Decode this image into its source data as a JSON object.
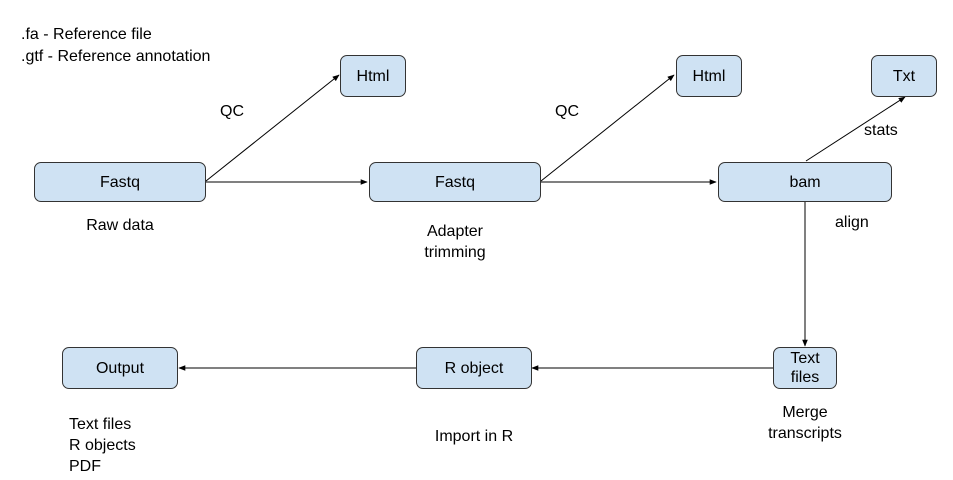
{
  "legend": {
    "line1": ".fa - Reference file",
    "line2": ".gtf - Reference annotation"
  },
  "nodes": {
    "fastq_raw": "Fastq",
    "html_qc1": "Html",
    "fastq_trimmed": "Fastq",
    "html_qc2": "Html",
    "bam": "bam",
    "txt": "Txt",
    "text_files": "Text\nfiles",
    "r_object": "R object",
    "output": "Output"
  },
  "labels": {
    "qc1": "QC",
    "qc2": "QC",
    "raw_data": "Raw data",
    "adapter_trimming": "Adapter\ntrimming",
    "stats": "stats",
    "align": "align",
    "merge_transcripts": "Merge\ntranscripts",
    "import_in_r": "Import in R",
    "output_types": "Text files\nR objects\nPDF"
  },
  "colors": {
    "node_fill": "#cfe2f3",
    "node_border": "#333333",
    "edge": "#000000"
  }
}
